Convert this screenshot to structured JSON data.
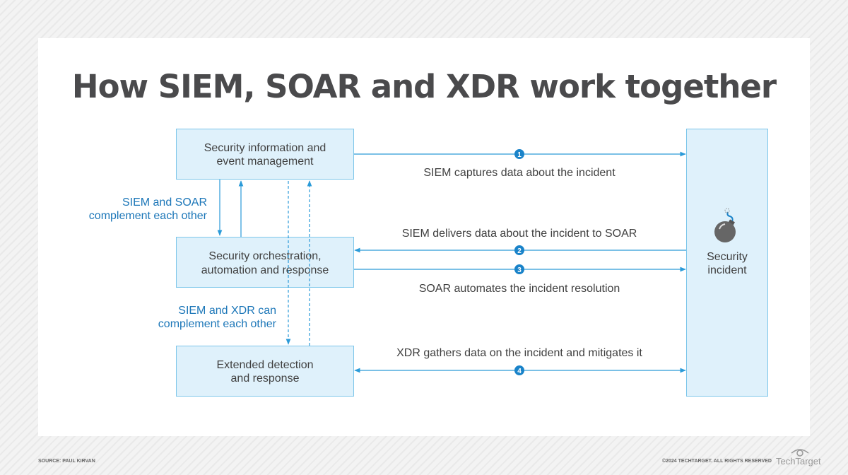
{
  "title": "How SIEM, SOAR and XDR work together",
  "boxes": {
    "siem": [
      "Security information and",
      "event management"
    ],
    "soar": [
      "Security orchestration,",
      "automation and response"
    ],
    "xdr": [
      "Extended detection",
      "and response"
    ],
    "incident": [
      "Security",
      "incident"
    ]
  },
  "side_labels": {
    "siem_soar": [
      "SIEM and SOAR",
      "complement each other"
    ],
    "siem_xdr": [
      "SIEM and XDR can",
      "complement each other"
    ]
  },
  "steps": [
    {
      "number": "1",
      "text": "SIEM captures data about the incident"
    },
    {
      "number": "2",
      "text": "SIEM delivers data about the incident to SOAR"
    },
    {
      "number": "3",
      "text": "SOAR automates the incident resolution"
    },
    {
      "number": "4",
      "text": "XDR gathers data on the incident and mitigates it"
    }
  ],
  "footer": {
    "source": "SOURCE: PAUL KIRVAN",
    "copyright": "©2024 TECHTARGET. ALL RIGHTS RESERVED",
    "logo": "TechTarget"
  },
  "icons": {
    "incident": "bomb-icon",
    "logo": "eye-icon"
  },
  "colors": {
    "box_fill": "#dff1fb",
    "box_border": "#7cc6ea",
    "line": "#2a9ad8",
    "label_blue": "#1b76b8"
  }
}
